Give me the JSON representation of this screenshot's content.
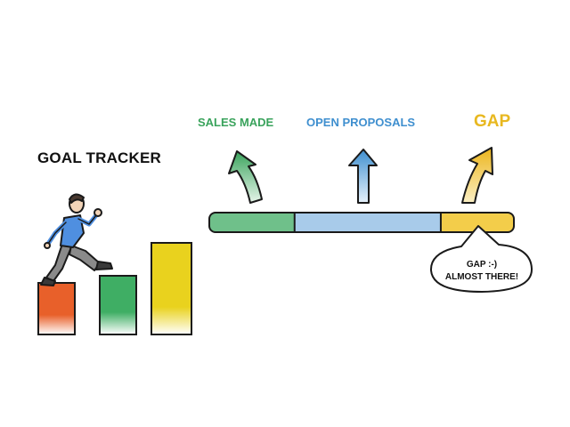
{
  "title": "GOAL TRACKER",
  "progress": {
    "segments": [
      {
        "label": "SALES MADE",
        "fraction": 0.28,
        "color": "#3aa35c",
        "fill": "#6fc08a"
      },
      {
        "label": "OPEN PROPOSALS",
        "fraction": 0.48,
        "color": "#3f8fcf",
        "fill": "#a8cbea"
      },
      {
        "label": "GAP",
        "fraction": 0.24,
        "color": "#e8b820",
        "fill": "#f3cd4a"
      }
    ]
  },
  "callout": {
    "line1": "GAP :-)",
    "line2": "ALMOST THERE!"
  },
  "steps": [
    {
      "color": "#e8602a"
    },
    {
      "color": "#3fae64"
    },
    {
      "color": "#e9d21e"
    }
  ],
  "icons": {
    "arrow": "up-arrow-icon",
    "person": "walking-person-icon"
  }
}
